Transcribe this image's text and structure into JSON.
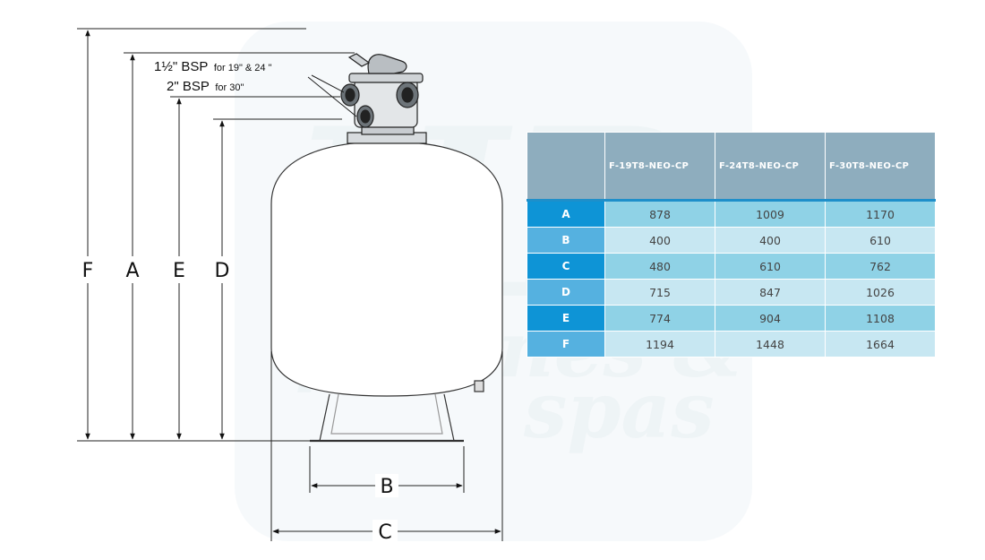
{
  "watermark": {
    "logo_letters": "HP",
    "line1": "piscines &",
    "line2": "spas"
  },
  "annotations": {
    "bsp_line1_size": "1½\" BSP",
    "bsp_line1_note": "for 19\" & 24 \"",
    "bsp_line2_size": "2\" BSP",
    "bsp_line2_note": "for 30\""
  },
  "dimension_labels": {
    "F": "F",
    "A": "A",
    "E": "E",
    "D": "D",
    "B": "B",
    "C": "C"
  },
  "table": {
    "columns": [
      "",
      "F-19T8-NEO-CP",
      "F-24T8-NEO-CP",
      "F-30T8-NEO-CP"
    ],
    "rows": [
      {
        "label": "A",
        "values": [
          "878",
          "1009",
          "1170"
        ]
      },
      {
        "label": "B",
        "values": [
          "400",
          "400",
          "610"
        ]
      },
      {
        "label": "C",
        "values": [
          "480",
          "610",
          "762"
        ]
      },
      {
        "label": "D",
        "values": [
          "715",
          "847",
          "1026"
        ]
      },
      {
        "label": "E",
        "values": [
          "774",
          "904",
          "1108"
        ]
      },
      {
        "label": "F",
        "values": [
          "1194",
          "1448",
          "1664"
        ]
      }
    ]
  },
  "colors": {
    "header_bg": "#8eadbe",
    "header_rule": "#1e8fca",
    "label_dark": "#0e94d6",
    "label_light": "#55b1e0",
    "cell_dark": "#8fd2e6",
    "cell_light": "#c7e7f2"
  }
}
